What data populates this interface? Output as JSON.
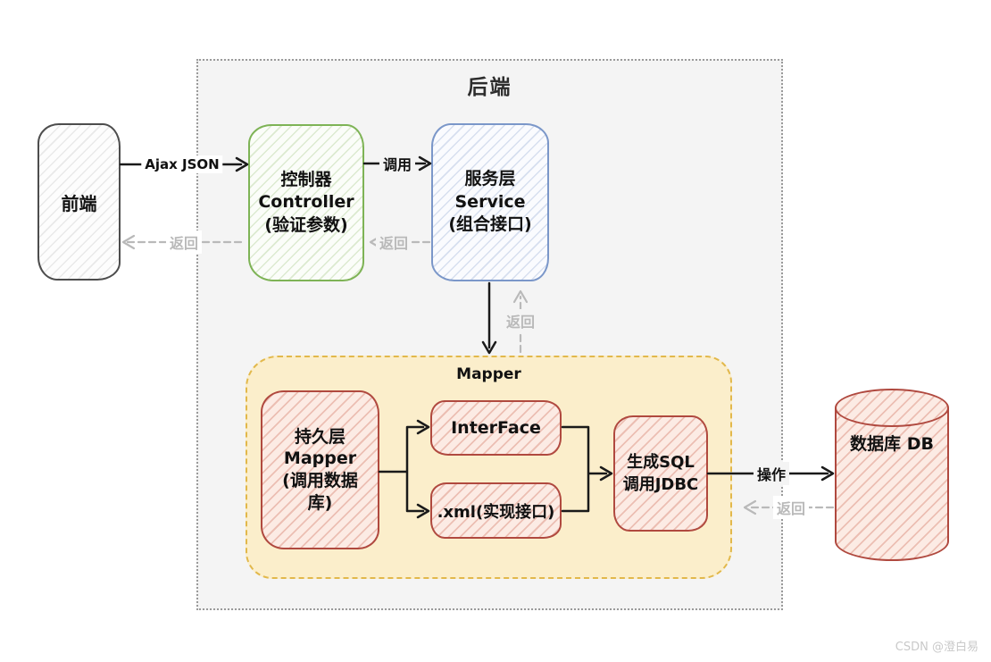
{
  "colors": {
    "backend-fill": "#f4f4f4",
    "backend-border": "#9a9a9a",
    "frontend-border": "#4d4d4d",
    "controller-border": "#7eb356",
    "service-border": "#7b97c9",
    "red-border": "#b0493f",
    "mapper-fill": "#fbeecb",
    "mapper-border": "#e2b84b",
    "arrow-black": "#1a1a1a",
    "arrow-gray": "#b9b9b9",
    "text-black": "#111111",
    "watermark-gray": "#c9c9c9"
  },
  "backend": {
    "title": "后端"
  },
  "frontend": {
    "label": "前端"
  },
  "controller": {
    "line1": "控制器",
    "line2": "Controller",
    "line3": "(验证参数)"
  },
  "service": {
    "line1": "服务层",
    "line2": "Service",
    "line3": "(组合接口)"
  },
  "mapper_group": {
    "title": "Mapper"
  },
  "persistence": {
    "line1": "持久层",
    "line2": "Mapper",
    "line3": "(调用数据",
    "line4": "库)"
  },
  "interface_box": {
    "label": "InterFace"
  },
  "xml_box": {
    "label": ".xml(实现接口)"
  },
  "gen_sql": {
    "line1": "生成SQL",
    "line2": "调用JDBC"
  },
  "database": {
    "line1": "数据库",
    "line2": "DB"
  },
  "arrows": {
    "ajax_label": "Ajax JSON",
    "call_label": "调用",
    "return_to_frontend_label": "返回",
    "return_to_controller_label": "返回",
    "return_to_service_label": "返回",
    "operate_label": "操作",
    "return_to_mapper_label": "返回"
  },
  "watermark": "CSDN @澄白易"
}
